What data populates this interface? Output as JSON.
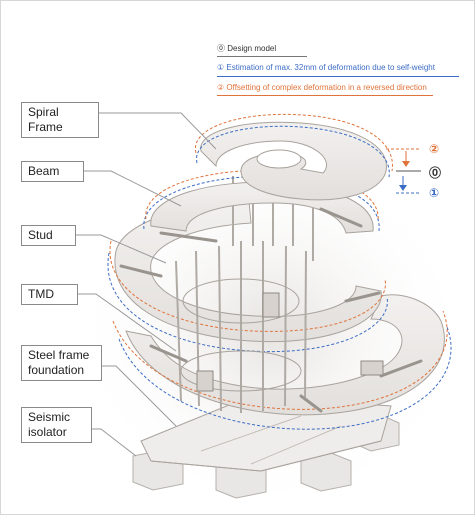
{
  "legend": {
    "design_model": "⓪  Design model",
    "self_weight": "①  Estimation of max. 32mm of deformation due to self-weight",
    "offsetting": "②  Offsetting of complex deformation in a reversed direction"
  },
  "labels": {
    "spiral_frame": "Spiral Frame",
    "beam": "Beam",
    "stud": "Stud",
    "tmd": "TMD",
    "steel_frame_foundation": "Steel frame foundation",
    "seismic_isolator": "Seismic isolator"
  },
  "markers": {
    "m2": "②",
    "m0": "⓪",
    "m1": "①"
  },
  "colors": {
    "design": "#555555",
    "self_weight": "#3b6cc4",
    "offsetting": "#e0733a",
    "structure": "#9a948f"
  }
}
